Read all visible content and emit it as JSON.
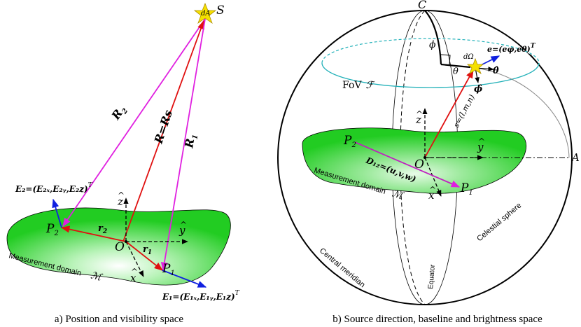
{
  "colors": {
    "green_fill": "#22cc22",
    "green_light": "#c8f5c8",
    "magenta": "#e020e0",
    "red": "#e01010",
    "blue": "#1020e0",
    "cyan": "#20b0b8",
    "star": "#f5e000"
  },
  "panel_a": {
    "source_label": "S",
    "star_label": "dA",
    "R2_label": "R",
    "R2_sub": "2",
    "R_eq_label": "R=Rs",
    "R1_label": "R",
    "R1_sub": "1",
    "E2_label": "E₂=(E₂ₓ,E₂ᵧ,E₂z)",
    "E2_sup": "T",
    "z_label": "z",
    "y_label": "y",
    "x_label": "x",
    "P2_label": "P",
    "P2_sub": "2",
    "r2_label": "r",
    "r2_sub": "2",
    "O_label": "O",
    "r1_label": "r",
    "r1_sub": "1",
    "P1_label": "P",
    "P1_sub": "1",
    "domain_label": "Measurement domain",
    "domain_symbol": "ℳ",
    "E1_label": "E₁=(E₁ₓ,E₁ᵧ,E₁z)",
    "E1_sup": "T",
    "caption": "a) Position and visibility space"
  },
  "panel_b": {
    "C_label": "C",
    "A_label": "A",
    "phi_label": "ϕ",
    "theta_label": "θ",
    "dOmega_label": "dΩ",
    "e_label": "e=(eφ,eθ)",
    "e_sup": "T",
    "theta_hat_label": "θ̂",
    "phi_hat_label": "ϕ̂",
    "fov_label": "FoV",
    "fov_symbol": "ℱ",
    "s_label": "s=(l,m,n)",
    "z_label": "z",
    "y_label": "y",
    "x_label": "x",
    "P2_label": "P",
    "P2_sub": "2",
    "P1_label": "P",
    "P1_sub": "1",
    "O_label": "O",
    "D_label": "D₁₂=(u,v,w)",
    "domain_label": "Measurement domain",
    "domain_symbol": "ℳ",
    "celestial_label": "Celestial sphere",
    "meridian_label": "Central meridian",
    "equator_label": "Equator",
    "caption": "b) Source direction, baseline and brightness space"
  }
}
